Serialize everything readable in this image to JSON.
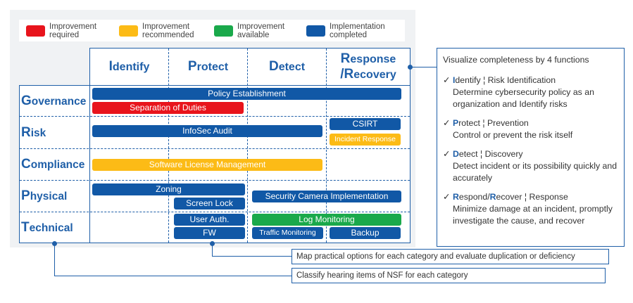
{
  "legend": [
    {
      "line1": "Improvement",
      "line2": "required",
      "color": "#e8141c"
    },
    {
      "line1": "Improvement",
      "line2": "recommended",
      "color": "#fcbb16"
    },
    {
      "line1": "Improvement",
      "line2": "available",
      "color": "#1aa94b"
    },
    {
      "line1": "Implementation",
      "line2": "completed",
      "color": "#1158a6"
    }
  ],
  "columns": [
    {
      "initial": "I",
      "rest": "dentify"
    },
    {
      "initial": "P",
      "rest": "rotect"
    },
    {
      "initial": "D",
      "rest": "etect"
    },
    {
      "initial": "R",
      "rest": "esponse",
      "initial2": "/R",
      "rest2": "ecovery"
    }
  ],
  "rows": [
    {
      "initial": "G",
      "rest": "overnance"
    },
    {
      "initial": "R",
      "rest": "isk"
    },
    {
      "initial": "C",
      "rest": "ompliance"
    },
    {
      "initial": "P",
      "rest": "hysical"
    },
    {
      "initial": "T",
      "rest": "echnical"
    }
  ],
  "bars": {
    "policy": "Policy Establishment",
    "separation": "Separation of Duties",
    "infosec": "InfoSec Audit",
    "csirt": "CSIRT",
    "incident": "Incident Response",
    "license": "Software License Management",
    "zoning": "Zoning",
    "camera": "Security Camera Implementation",
    "screenlock": "Screen Lock",
    "userauth": "User Auth.",
    "logmon": "Log Monitoring",
    "fw": "FW",
    "traffic": "Traffic Monitoring",
    "backup": "Backup"
  },
  "info": {
    "title": "Visualize completeness by 4 functions",
    "items": [
      {
        "check": "✓",
        "initial": "I",
        "head": "dentify ¦ Risk Identification",
        "desc": "Determine cybersecurity policy as an organization and Identify risks"
      },
      {
        "check": "✓",
        "initial": "P",
        "head": "rotect ¦ Prevention",
        "desc": "Control or prevent the risk itself"
      },
      {
        "check": "✓",
        "initial": "D",
        "head": "etect ¦ Discovery",
        "desc": "Detect incident or its possibility quickly and accurately"
      },
      {
        "check": "✓",
        "initial": "R",
        "head": "espond/",
        "initial2": "R",
        "head2": "ecover ¦ Response",
        "desc": "Minimize damage at an incident, promptly investigate the cause, and recover"
      }
    ]
  },
  "notes": {
    "map": "Map practical options for each category and evaluate duplication or deficiency",
    "classify": "Classify hearing items of NSF for each category"
  }
}
